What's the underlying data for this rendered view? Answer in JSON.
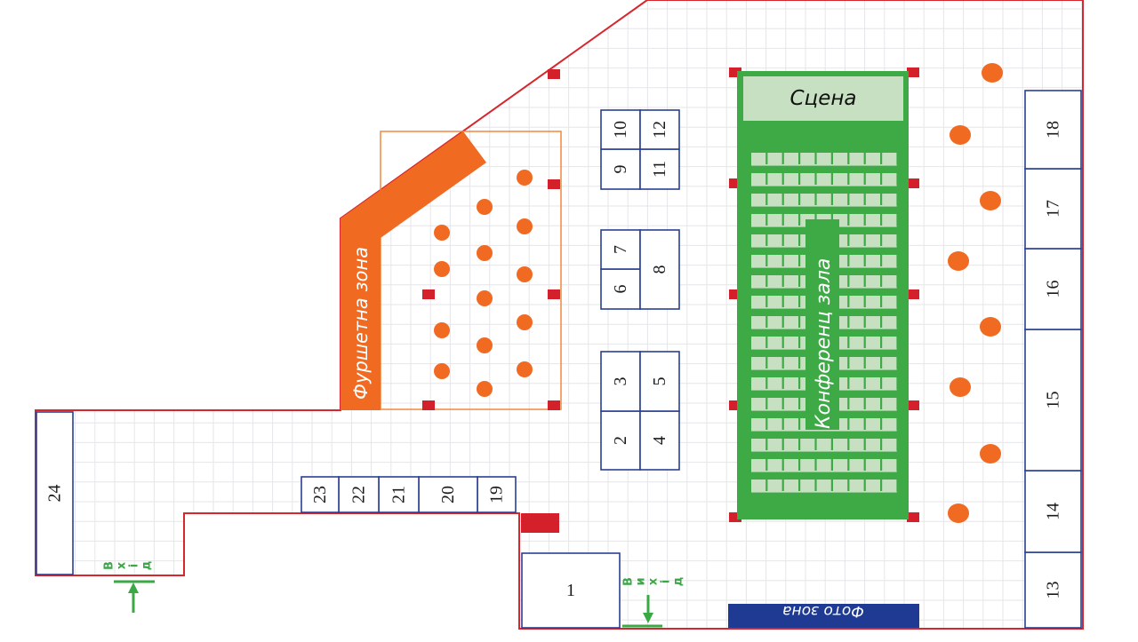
{
  "title": "Floor plan",
  "colors": {
    "wall": "#d6262e",
    "booth_border": "#2a3f93",
    "pillar": "#d4202a",
    "buffet": "#f06a22",
    "conference": "#3daa46",
    "seat": "#c7e0c2",
    "photo_zone": "#1f3a93",
    "exit_green": "#3aa845"
  },
  "zones": {
    "stage": "Сцена",
    "conference_hall": "Конференц зала",
    "buffet_zone": "Фуршетна зона",
    "photo_zone": "Фото зона"
  },
  "entrance": {
    "label": "Вхід",
    "letters": [
      "В",
      "х",
      "і",
      "д"
    ]
  },
  "exit": {
    "label": "Вихід",
    "letters": [
      "В",
      "и",
      "х",
      "і",
      "д"
    ]
  },
  "booths": [
    {
      "id": "1",
      "label": "1"
    },
    {
      "id": "2",
      "label": "2"
    },
    {
      "id": "3",
      "label": "3"
    },
    {
      "id": "4",
      "label": "4"
    },
    {
      "id": "5",
      "label": "5"
    },
    {
      "id": "6",
      "label": "6"
    },
    {
      "id": "7",
      "label": "7"
    },
    {
      "id": "8",
      "label": "8"
    },
    {
      "id": "9",
      "label": "9"
    },
    {
      "id": "10",
      "label": "10"
    },
    {
      "id": "11",
      "label": "11"
    },
    {
      "id": "12",
      "label": "12"
    },
    {
      "id": "13",
      "label": "13"
    },
    {
      "id": "14",
      "label": "14"
    },
    {
      "id": "15",
      "label": "15"
    },
    {
      "id": "16",
      "label": "16"
    },
    {
      "id": "17",
      "label": "17"
    },
    {
      "id": "18",
      "label": "18"
    },
    {
      "id": "19",
      "label": "19"
    },
    {
      "id": "20",
      "label": "20"
    },
    {
      "id": "21",
      "label": "21"
    },
    {
      "id": "22",
      "label": "22"
    },
    {
      "id": "23",
      "label": "23"
    },
    {
      "id": "24",
      "label": "24"
    }
  ],
  "conference_seating": {
    "rows": 17,
    "seats_per_row": 9
  },
  "buffet_tables_count": 14,
  "hall_tables_count": 8
}
